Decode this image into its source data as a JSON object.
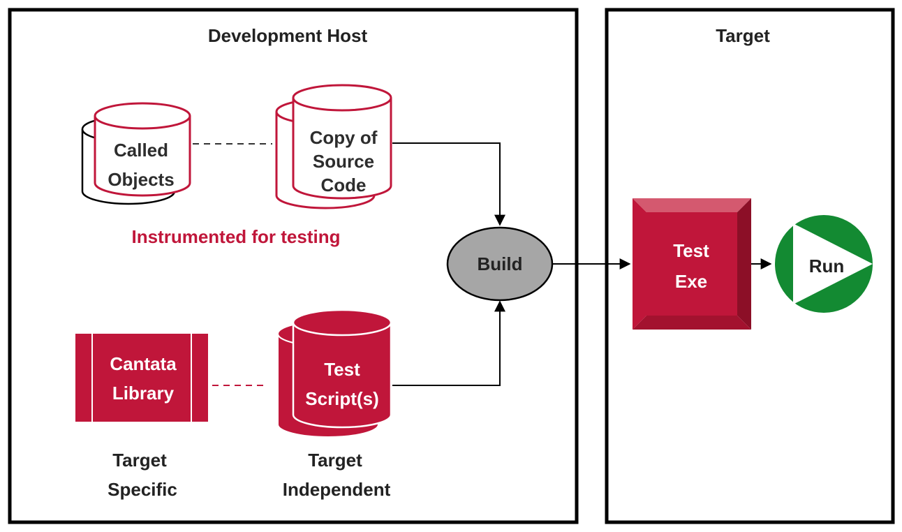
{
  "panels": {
    "host_title": "Development Host",
    "target_title": "Target"
  },
  "nodes": {
    "called_objects": [
      "Called",
      "Objects"
    ],
    "copy_source": [
      "Copy of",
      "Source",
      "Code"
    ],
    "instrumented_caption": "Instrumented for testing",
    "cantata_library": [
      "Cantata",
      "Library"
    ],
    "test_scripts": [
      "Test",
      "Script(s)"
    ],
    "target_specific": [
      "Target",
      "Specific"
    ],
    "target_independent": [
      "Target",
      "Independent"
    ],
    "build": "Build",
    "test_exe": [
      "Test",
      "Exe"
    ],
    "run": "Run"
  },
  "colors": {
    "brand_red": "#c0163a",
    "red_light": "#d4596f",
    "red_dark": "#8c0f27",
    "build_gray": "#a6a6a6",
    "run_green": "#138a32",
    "text_dark": "#222222"
  }
}
